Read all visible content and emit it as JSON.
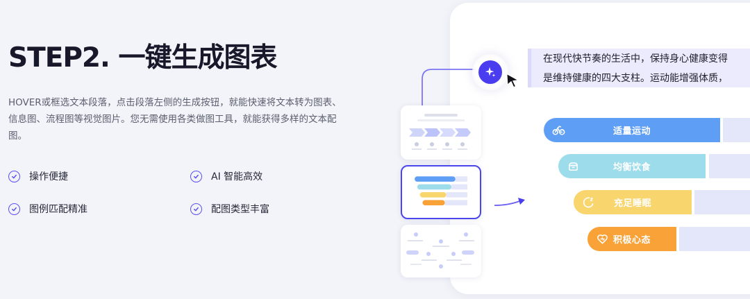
{
  "step": {
    "title": "STEP2. 一键生成图表",
    "description": "HOVER或框选文本段落，点击段落左侧的生成按钮，就能快速将文本转为图表、信息图、流程图等视觉图片。您无需使用各类做图工具，就能获得多样的文本配图。"
  },
  "features": [
    {
      "label": "操作便捷"
    },
    {
      "label": "AI 智能高效"
    },
    {
      "label": "图例匹配精准"
    },
    {
      "label": "配图类型丰富"
    }
  ],
  "editor": {
    "text_lines": [
      "在现代快节奏的生活中，保持身心健康变得",
      "是维持健康的四大支柱。运动能增强体质，"
    ]
  },
  "chart": {
    "bars": [
      {
        "label": "适量运动",
        "color": "#5e9ff5",
        "icon": "bicycle-icon"
      },
      {
        "label": "均衡饮食",
        "color": "#9ddcea",
        "icon": "food-bowl-icon"
      },
      {
        "label": "充足睡眠",
        "color": "#f9d56e",
        "icon": "moon-sleep-icon"
      },
      {
        "label": "积极心态",
        "color": "#f8a238",
        "icon": "heart-mind-icon"
      }
    ]
  },
  "colors": {
    "accent": "#4a3df0",
    "background": "#f3f4f9"
  }
}
